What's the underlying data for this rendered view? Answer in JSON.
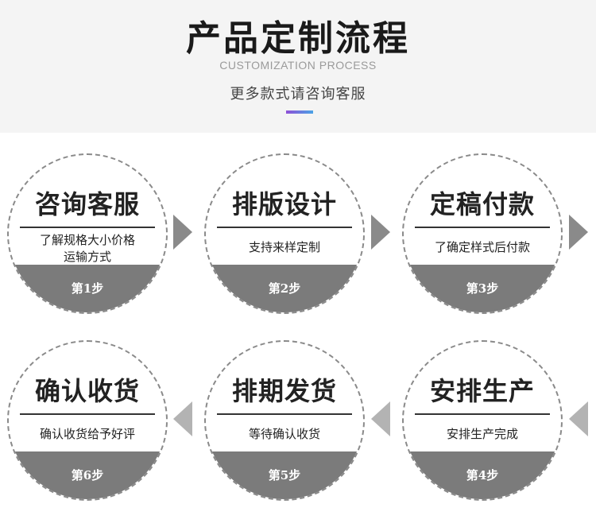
{
  "header": {
    "title": "产品定制流程",
    "subtitle": "CUSTOMIZATION PROCESS",
    "tagline": "更多款式请咨询客服"
  },
  "colors": {
    "accent_start": "#8e4fd6",
    "accent_end": "#4aa3e6",
    "footer_gray": "#7b7b7b",
    "dashed_border": "#8a8a8a"
  },
  "steps": [
    {
      "title": "咨询客服",
      "desc_line1": "了解规格大小价格",
      "desc_line2": "运输方式",
      "step_label": "第1步"
    },
    {
      "title": "排版设计",
      "desc_line1": "支持来样定制",
      "desc_line2": "",
      "step_label": "第2步"
    },
    {
      "title": "定稿付款",
      "desc_line1": "了确定样式后付款",
      "desc_line2": "",
      "step_label": "第3步"
    },
    {
      "title": "安排生产",
      "desc_line1": "安排生产完成",
      "desc_line2": "",
      "step_label": "第4步"
    },
    {
      "title": "排期发货",
      "desc_line1": "等待确认收货",
      "desc_line2": "",
      "step_label": "第5步"
    },
    {
      "title": "确认收货",
      "desc_line1": "确认收货给予好评",
      "desc_line2": "",
      "step_label": "第6步"
    }
  ]
}
